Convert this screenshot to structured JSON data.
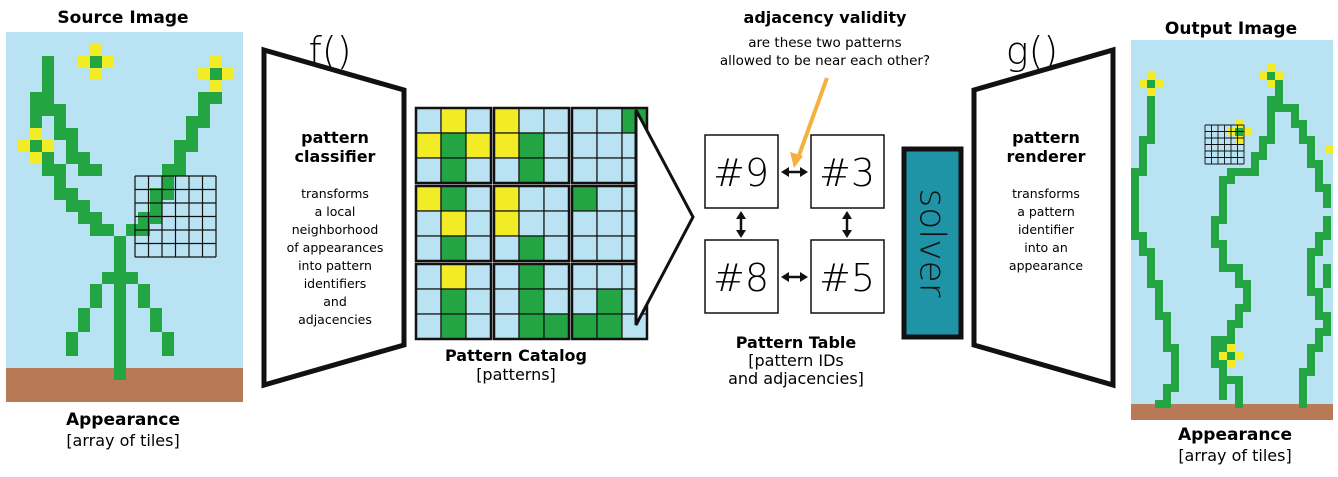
{
  "source": {
    "title": "Source Image",
    "caption_title": "Appearance",
    "caption_sub": "[array of tiles]"
  },
  "f_label": "f()",
  "g_label": "g()",
  "classifier": {
    "title_line1": "pattern",
    "title_line2": "classifier",
    "desc_lines": [
      "transforms",
      "a local",
      "neighborhood",
      "of appearances",
      "into pattern",
      "identifiers",
      "and",
      "adjacencies"
    ]
  },
  "catalog": {
    "title": "Pattern Catalog",
    "sub": "[patterns]",
    "patterns": [
      [
        "BYB",
        "YGY",
        "BGB"
      ],
      [
        "YBB",
        "YGB",
        "BGB"
      ],
      [
        "BBG",
        "BBB",
        "BBB"
      ],
      [
        "YGB",
        "BYB",
        "BGB"
      ],
      [
        "YBB",
        "YBB",
        "BGB"
      ],
      [
        "GBB",
        "BBB",
        "BBB"
      ],
      [
        "BYB",
        "BGB",
        "BGB"
      ],
      [
        "BGB",
        "BGB",
        "BGG"
      ],
      [
        "BBB",
        "BGB",
        "GGB"
      ]
    ]
  },
  "validity": {
    "title": "adjacency validity",
    "line1": "are these two patterns",
    "line2": "allowed to be near each other?"
  },
  "table": {
    "ids": [
      "#9",
      "#3",
      "#8",
      "#5"
    ],
    "title": "Pattern Table",
    "sub_line1": "[pattern IDs",
    "sub_line2": "and adjacencies]"
  },
  "solver_label": "solver",
  "renderer": {
    "title_line1": "pattern",
    "title_line2": "renderer",
    "desc_lines": [
      "transforms",
      "a pattern",
      "identifier",
      "into an",
      "appearance"
    ]
  },
  "output": {
    "title": "Output Image",
    "caption_title": "Appearance",
    "caption_sub": "[array of tiles]"
  },
  "colors": {
    "sky": "#b9e3f2",
    "green": "#22a542",
    "yellow": "#f2ec27",
    "soil": "#b87a56",
    "arrow": "#f5b041",
    "solver": "#1f94a6",
    "grid_blue": "#b9e3f2"
  }
}
